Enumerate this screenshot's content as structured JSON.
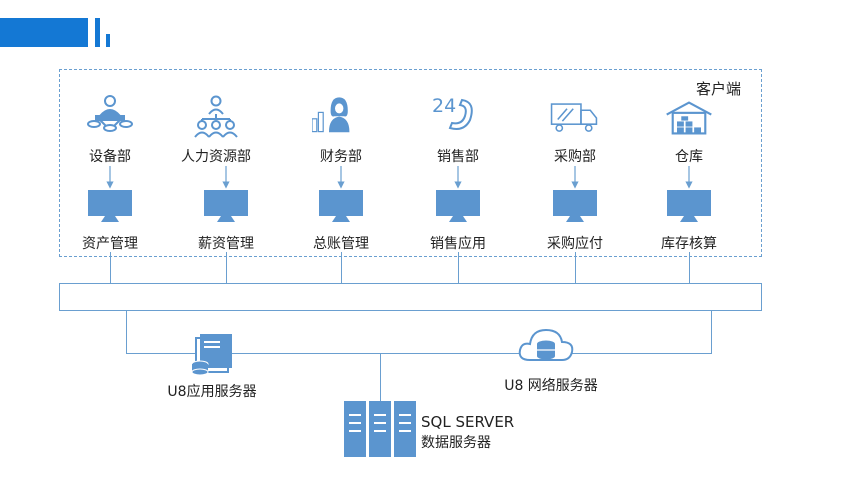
{
  "colors": {
    "accent": "#1478d4",
    "icon": "#5b95cf",
    "line": "#6a9fd0",
    "border": "#6a9fd0"
  },
  "client_label": "客户端",
  "departments": [
    {
      "name": "设备部",
      "module": "资产管理",
      "icon": "people-meeting-icon"
    },
    {
      "name": "人力资源部",
      "module": "薪资管理",
      "icon": "org-people-icon"
    },
    {
      "name": "财务部",
      "module": "总账管理",
      "icon": "woman-finance-icon"
    },
    {
      "name": "销售部",
      "module": "销售应用",
      "icon": "phone-24h-icon"
    },
    {
      "name": "采购部",
      "module": "采购应付",
      "icon": "truck-icon"
    },
    {
      "name": "仓库",
      "module": "库存核算",
      "icon": "warehouse-icon"
    }
  ],
  "servers": {
    "app": "U8应用服务器",
    "network": "U8 网络服务器",
    "sql_line1": "SQL SERVER",
    "sql_line2": "数据服务器"
  }
}
